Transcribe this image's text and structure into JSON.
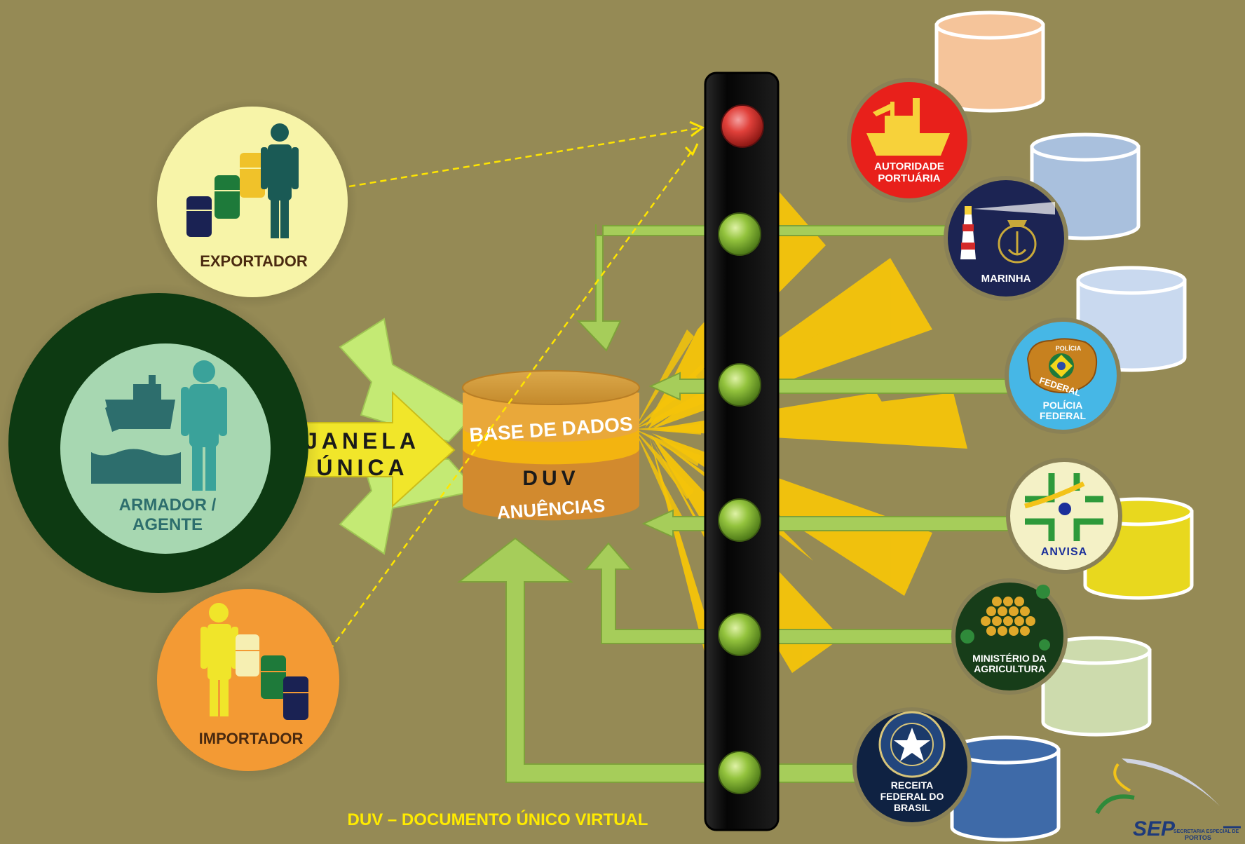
{
  "actors": {
    "exportador": "EXPORTADOR",
    "armador_line1": "ARMADOR /",
    "armador_line2": "AGENTE",
    "importador": "IMPORTADOR"
  },
  "window": {
    "line1": "JANELA",
    "line2": "ÚNICA"
  },
  "database": {
    "top": "BASE DE DADOS",
    "middle": "DUV",
    "bottom": "ANUÊNCIAS"
  },
  "agencies": {
    "autoridade_line1": "AUTORIDADE",
    "autoridade_line2": "PORTUÁRIA",
    "marinha": "MARINHA",
    "policia_line1": "POLÍCIA",
    "policia_line2": "FEDERAL",
    "policia_badge": "FEDERAL",
    "policia_badge_top": "POLÍCIA",
    "anvisa": "ANVISA",
    "agricultura_line1": "MINISTÉRIO DA",
    "agricultura_line2": "AGRICULTURA",
    "receita_line1": "RECEITA",
    "receita_line2": "FEDERAL DO",
    "receita_line3": "BRASIL"
  },
  "footer": {
    "caption": "DUV – DOCUMENTO ÚNICO VIRTUAL"
  },
  "logo": {
    "name": "SEP",
    "subtitle1": "SECRETARIA ESPECIAL DE",
    "subtitle2": "PORTOS"
  },
  "lights": [
    "red",
    "green",
    "green",
    "green",
    "green",
    "green"
  ],
  "colors": {
    "background": "#958a55",
    "light_red": "#d8312f",
    "light_green": "#8fc13a",
    "arrow_green": "#a9cf5d",
    "janela_yellow": "#f1e62a",
    "burst_yellow": "#f5c40a",
    "armador_ring": "#0d3a12",
    "exportador_bg": "#f7f4a8",
    "importador_bg": "#f39a34",
    "autoridade_bg": "#e8201b",
    "marinha_bg": "#1c2453",
    "policia_bg": "#46b7e6",
    "anvisa_bg": "#f4f1c6",
    "agricultura_bg": "#173d19",
    "receita_bg": "#0f2242",
    "caption_yellow": "#ffeb00"
  }
}
